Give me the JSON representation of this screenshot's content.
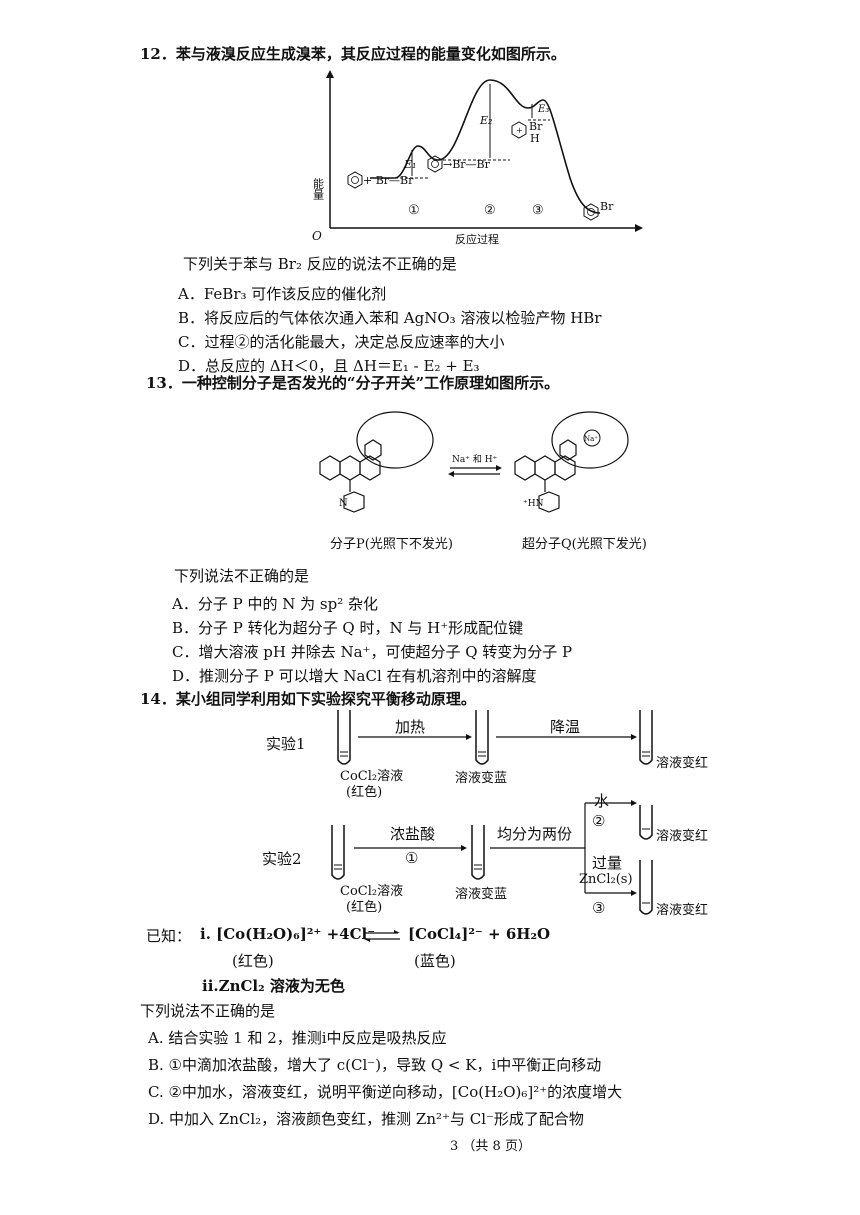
{
  "q12": {
    "stem": "12．苯与液溴反应生成溴苯，其反应过程的能量变化如图所示。",
    "diagram": {
      "ylabel": "能量",
      "xlabel": "反应过程",
      "origin": "O",
      "e1": "E₁",
      "e2": "E₂",
      "e3": "E₃",
      "reactant": "+ Br—Br",
      "complex": "→Br—Br",
      "intermediate": "Br",
      "intermediate_h": "H",
      "product": "Br",
      "step1": "①",
      "step2": "②",
      "step3": "③"
    },
    "question": "下列关于苯与 Br₂ 反应的说法不正确的是",
    "options": [
      "A．FeBr₃ 可作该反应的催化剂",
      "B．将反应后的气体依次通入苯和 AgNO₃ 溶液以检验产物 HBr",
      "C．过程②的活化能最大，决定总反应速率的大小",
      "D．总反应的 ΔH＜0，且 ΔH＝E₁ - E₂ + E₃"
    ]
  },
  "q13": {
    "stem": "13．一种控制分子是否发光的“分子开关”工作原理如图所示。",
    "arrow_label": "Na⁺ 和 H⁺",
    "na_label": "Na⁺",
    "hn_label": "⁺HN",
    "n_label": "N",
    "caption_p": "分子P(光照下不发光)",
    "caption_q": "超分子Q(光照下发光)",
    "question": "下列说法不正确的是",
    "options": [
      "A．分子 P 中的 N 为 sp² 杂化",
      "B．分子 P 转化为超分子 Q 时，N 与 H⁺形成配位键",
      "C．增大溶液 pH 并除去 Na⁺，可使超分子 Q 转变为分子 P",
      "D．推测分子 P 可以增大 NaCl 在有机溶剂中的溶解度"
    ]
  },
  "q14": {
    "stem": "14．某小组同学利用如下实验探究平衡移动原理。",
    "exp1": {
      "label": "实验1",
      "tube1_label": "CoCl₂溶液",
      "tube1_color": "(红色)",
      "arrow1": "加热",
      "tube2_label": "溶液变蓝",
      "arrow2": "降温",
      "tube3_label": "溶液变红"
    },
    "exp2": {
      "label": "实验2",
      "tube1_label": "CoCl₂溶液",
      "tube1_color": "(红色)",
      "arrow1": "浓盐酸",
      "arrow1_num": "①",
      "tube2_label": "溶液变蓝",
      "split": "均分为两份",
      "branch_up": "水",
      "branch_up_num": "②",
      "branch_up_result": "溶液变红",
      "branch_down_1": "过量",
      "branch_down_2": "ZnCl₂(s)",
      "branch_down_num": "③",
      "branch_down_result": "溶液变红"
    },
    "known_prefix": "已知：",
    "equation_left": "i. [Co(H₂O)₆]²⁺ +4Cl⁻",
    "equation_right": "[CoCl₄]²⁻ + 6H₂O",
    "color_left": "(红色)",
    "color_right": "(蓝色)",
    "known_ii": "ii.ZnCl₂ 溶液为无色",
    "question": "下列说法不正确的是",
    "options": [
      "A. 结合实验 1 和 2，推测i中反应是吸热反应",
      "B. ①中滴加浓盐酸，增大了 c(Cl⁻)，导致 Q < K，i中平衡正向移动",
      "C. ②中加水，溶液变红，说明平衡逆向移动，[Co(H₂O)₆]²⁺的浓度增大",
      "D. 中加入 ZnCl₂，溶液颜色变红，推测 Zn²⁺与 Cl⁻形成了配合物"
    ]
  },
  "footer": "3 （共 8 页）"
}
